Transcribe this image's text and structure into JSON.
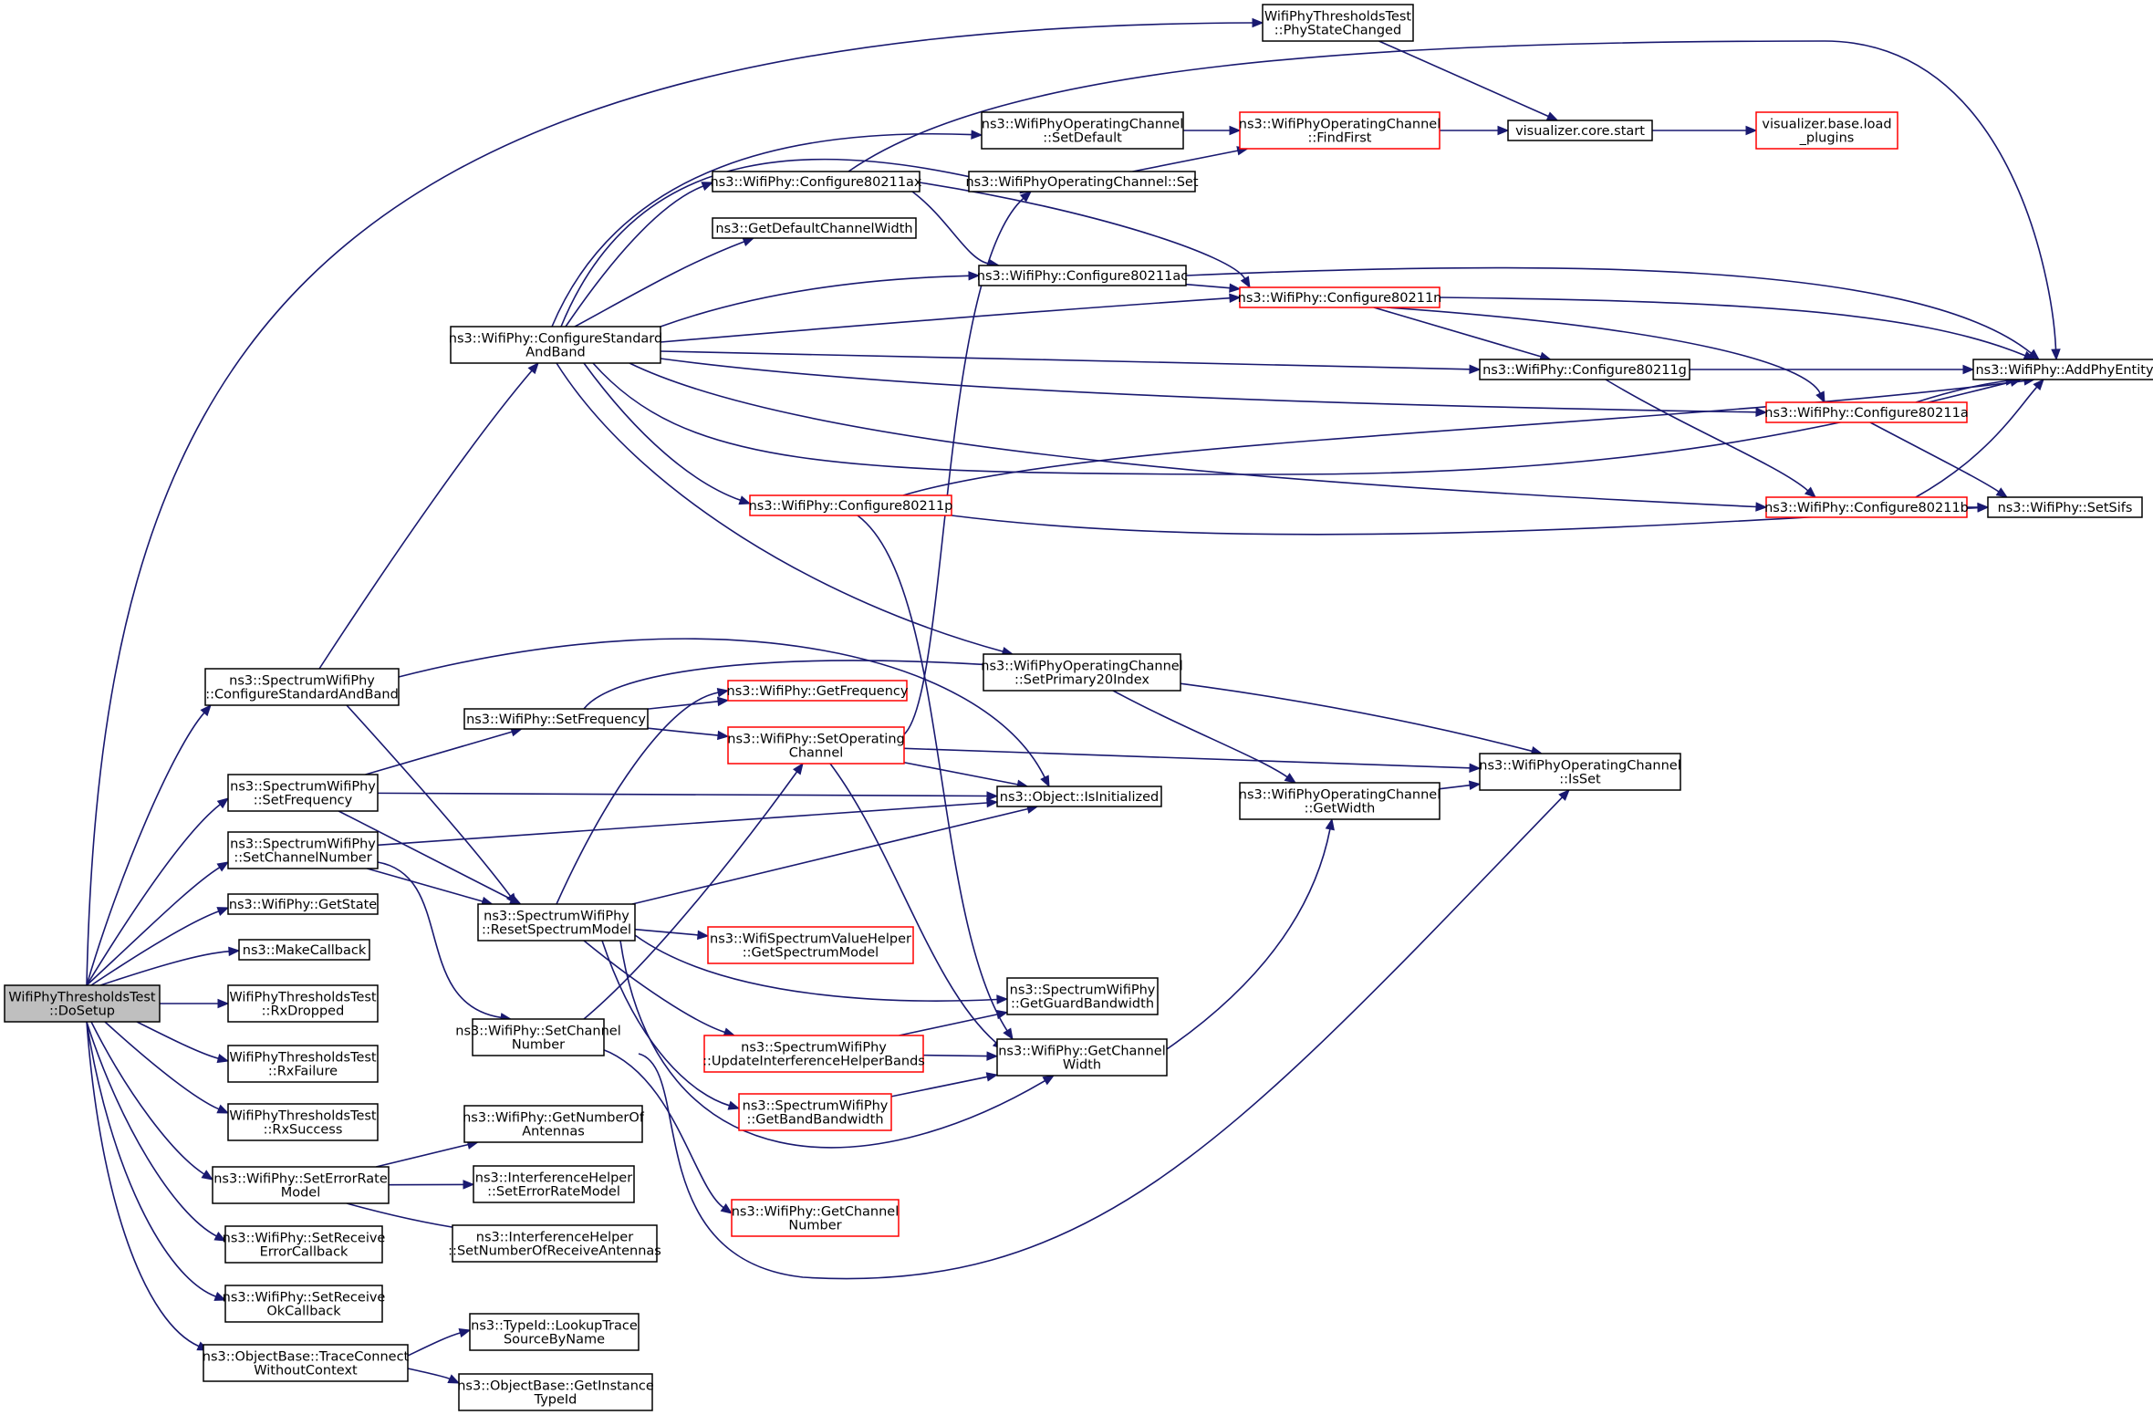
{
  "colors": {
    "edge": "#191970",
    "node_border": "#000000",
    "node_border_truncated": "#ff0000",
    "root_fill": "#bfbfbf",
    "node_fill": "#ffffff"
  },
  "nodes": [
    {
      "id": "DoSetup",
      "lines": [
        "WifiPhyThresholdsTest",
        "::DoSetup"
      ],
      "root": true
    },
    {
      "id": "PhyStateChanged",
      "lines": [
        "WifiPhyThresholdsTest",
        "::PhyStateChanged"
      ]
    },
    {
      "id": "OCSetDefault",
      "lines": [
        "ns3::WifiPhyOperatingChannel",
        "::SetDefault"
      ]
    },
    {
      "id": "OCFindFirst",
      "lines": [
        "ns3::WifiPhyOperatingChannel",
        "::FindFirst"
      ],
      "truncated": true
    },
    {
      "id": "VisStart",
      "lines": [
        "visualizer.core.start"
      ]
    },
    {
      "id": "VisLoad",
      "lines": [
        "visualizer.base.load",
        "_plugins"
      ],
      "truncated": true
    },
    {
      "id": "Conf80211ax",
      "lines": [
        "ns3::WifiPhy::Configure80211ax"
      ]
    },
    {
      "id": "OCSet",
      "lines": [
        "ns3::WifiPhyOperatingChannel::Set"
      ]
    },
    {
      "id": "GetDefaultChannelWidth",
      "lines": [
        "ns3::GetDefaultChannelWidth"
      ]
    },
    {
      "id": "Conf80211ac",
      "lines": [
        "ns3::WifiPhy::Configure80211ac"
      ]
    },
    {
      "id": "Conf80211n",
      "lines": [
        "ns3::WifiPhy::Configure80211n"
      ],
      "truncated": true
    },
    {
      "id": "ConfigureStandardAndBand",
      "lines": [
        "ns3::WifiPhy::ConfigureStandard",
        "AndBand"
      ]
    },
    {
      "id": "Conf80211g",
      "lines": [
        "ns3::WifiPhy::Configure80211g"
      ]
    },
    {
      "id": "AddPhyEntity",
      "lines": [
        "ns3::WifiPhy::AddPhyEntity"
      ]
    },
    {
      "id": "Conf80211a",
      "lines": [
        "ns3::WifiPhy::Configure80211a"
      ],
      "truncated": true
    },
    {
      "id": "Conf80211p",
      "lines": [
        "ns3::WifiPhy::Configure80211p"
      ],
      "truncated": true
    },
    {
      "id": "Conf80211b",
      "lines": [
        "ns3::WifiPhy::Configure80211b"
      ],
      "truncated": true
    },
    {
      "id": "SetSifs",
      "lines": [
        "ns3::WifiPhy::SetSifs"
      ]
    },
    {
      "id": "SpecConfigureStandardAndBand",
      "lines": [
        "ns3::SpectrumWifiPhy",
        "::ConfigureStandardAndBand"
      ]
    },
    {
      "id": "OCSetPrimary20Index",
      "lines": [
        "ns3::WifiPhyOperatingChannel",
        "::SetPrimary20Index"
      ]
    },
    {
      "id": "GetFrequency",
      "lines": [
        "ns3::WifiPhy::GetFrequency"
      ],
      "truncated": true
    },
    {
      "id": "SetFrequency",
      "lines": [
        "ns3::WifiPhy::SetFrequency"
      ]
    },
    {
      "id": "SetOperatingChannel",
      "lines": [
        "ns3::WifiPhy::SetOperating",
        "Channel"
      ],
      "truncated": true
    },
    {
      "id": "OCIsSet",
      "lines": [
        "ns3::WifiPhyOperatingChannel",
        "::IsSet"
      ]
    },
    {
      "id": "SpecSetFrequency",
      "lines": [
        "ns3::SpectrumWifiPhy",
        "::SetFrequency"
      ]
    },
    {
      "id": "IsInitialized",
      "lines": [
        "ns3::Object::IsInitialized"
      ]
    },
    {
      "id": "OCGetWidth",
      "lines": [
        "ns3::WifiPhyOperatingChannel",
        "::GetWidth"
      ]
    },
    {
      "id": "SpecSetChannelNumber",
      "lines": [
        "ns3::SpectrumWifiPhy",
        "::SetChannelNumber"
      ]
    },
    {
      "id": "GetState",
      "lines": [
        "ns3::WifiPhy::GetState"
      ]
    },
    {
      "id": "ResetSpectrumModel",
      "lines": [
        "ns3::SpectrumWifiPhy",
        "::ResetSpectrumModel"
      ]
    },
    {
      "id": "GetSpectrumModel",
      "lines": [
        "ns3::WifiSpectrumValueHelper",
        "::GetSpectrumModel"
      ],
      "truncated": true
    },
    {
      "id": "MakeCallback",
      "lines": [
        "ns3::MakeCallback"
      ]
    },
    {
      "id": "RxDropped",
      "lines": [
        "WifiPhyThresholdsTest",
        "::RxDropped"
      ]
    },
    {
      "id": "GetGuardBandwidth",
      "lines": [
        "ns3::SpectrumWifiPhy",
        "::GetGuardBandwidth"
      ]
    },
    {
      "id": "SetChannelNumber",
      "lines": [
        "ns3::WifiPhy::SetChannel",
        "Number"
      ]
    },
    {
      "id": "UpdateInterferenceHelperBands",
      "lines": [
        "ns3::SpectrumWifiPhy",
        "::UpdateInterferenceHelperBands"
      ],
      "truncated": true
    },
    {
      "id": "GetChannelWidth",
      "lines": [
        "ns3::WifiPhy::GetChannel",
        "Width"
      ]
    },
    {
      "id": "RxFailure",
      "lines": [
        "WifiPhyThresholdsTest",
        "::RxFailure"
      ]
    },
    {
      "id": "GetBandBandwidth",
      "lines": [
        "ns3::SpectrumWifiPhy",
        "::GetBandBandwidth"
      ],
      "truncated": true
    },
    {
      "id": "RxSuccess",
      "lines": [
        "WifiPhyThresholdsTest",
        "::RxSuccess"
      ]
    },
    {
      "id": "GetNumberOfAntennas",
      "lines": [
        "ns3::WifiPhy::GetNumberOf",
        "Antennas"
      ]
    },
    {
      "id": "SetErrorRateModel",
      "lines": [
        "ns3::WifiPhy::SetErrorRate",
        "Model"
      ]
    },
    {
      "id": "IHSetErrorRateModel",
      "lines": [
        "ns3::InterferenceHelper",
        "::SetErrorRateModel"
      ]
    },
    {
      "id": "GetChannelNumber",
      "lines": [
        "ns3::WifiPhy::GetChannel",
        "Number"
      ],
      "truncated": true
    },
    {
      "id": "SetReceiveErrorCallback",
      "lines": [
        "ns3::WifiPhy::SetReceive",
        "ErrorCallback"
      ]
    },
    {
      "id": "IHSetNumberOfReceiveAntennas",
      "lines": [
        "ns3::InterferenceHelper",
        "::SetNumberOfReceiveAntennas"
      ]
    },
    {
      "id": "SetReceiveOkCallback",
      "lines": [
        "ns3::WifiPhy::SetReceive",
        "OkCallback"
      ]
    },
    {
      "id": "LookupTraceSourceByName",
      "lines": [
        "ns3::TypeId::LookupTrace",
        "SourceByName"
      ]
    },
    {
      "id": "TraceConnectWithoutContext",
      "lines": [
        "ns3::ObjectBase::TraceConnect",
        "WithoutContext"
      ]
    },
    {
      "id": "GetInstanceTypeId",
      "lines": [
        "ns3::ObjectBase::GetInstance",
        "TypeId"
      ]
    }
  ],
  "edges": [
    [
      "DoSetup",
      "PhyStateChanged"
    ],
    [
      "DoSetup",
      "SpecConfigureStandardAndBand"
    ],
    [
      "DoSetup",
      "SpecSetFrequency"
    ],
    [
      "DoSetup",
      "SpecSetChannelNumber"
    ],
    [
      "DoSetup",
      "GetState"
    ],
    [
      "DoSetup",
      "MakeCallback"
    ],
    [
      "DoSetup",
      "RxDropped"
    ],
    [
      "DoSetup",
      "RxFailure"
    ],
    [
      "DoSetup",
      "RxSuccess"
    ],
    [
      "DoSetup",
      "SetErrorRateModel"
    ],
    [
      "DoSetup",
      "SetReceiveErrorCallback"
    ],
    [
      "DoSetup",
      "SetReceiveOkCallback"
    ],
    [
      "DoSetup",
      "TraceConnectWithoutContext"
    ],
    [
      "PhyStateChanged",
      "VisStart"
    ],
    [
      "OCSetDefault",
      "OCFindFirst"
    ],
    [
      "OCFindFirst",
      "VisStart"
    ],
    [
      "VisStart",
      "VisLoad"
    ],
    [
      "OCSet",
      "OCFindFirst"
    ],
    [
      "Conf80211ax",
      "AddPhyEntity"
    ],
    [
      "Conf80211ax",
      "Conf80211ac"
    ],
    [
      "Conf80211ax",
      "Conf80211n"
    ],
    [
      "Conf80211ac",
      "AddPhyEntity"
    ],
    [
      "Conf80211ac",
      "Conf80211n"
    ],
    [
      "Conf80211n",
      "AddPhyEntity"
    ],
    [
      "Conf80211n",
      "Conf80211g"
    ],
    [
      "Conf80211n",
      "Conf80211a"
    ],
    [
      "Conf80211g",
      "AddPhyEntity"
    ],
    [
      "Conf80211g",
      "Conf80211b"
    ],
    [
      "Conf80211a",
      "AddPhyEntity"
    ],
    [
      "Conf80211a",
      "SetSifs"
    ],
    [
      "Conf80211b",
      "AddPhyEntity"
    ],
    [
      "Conf80211b",
      "SetSifs"
    ],
    [
      "Conf80211p",
      "AddPhyEntity"
    ],
    [
      "Conf80211p",
      "SetSifs"
    ],
    [
      "Conf80211p",
      "GetChannelWidth"
    ],
    [
      "ConfigureStandardAndBand",
      "OCSetDefault"
    ],
    [
      "ConfigureStandardAndBand",
      "OCSet"
    ],
    [
      "ConfigureStandardAndBand",
      "Conf80211ax"
    ],
    [
      "ConfigureStandardAndBand",
      "GetDefaultChannelWidth"
    ],
    [
      "ConfigureStandardAndBand",
      "Conf80211ac"
    ],
    [
      "ConfigureStandardAndBand",
      "Conf80211n"
    ],
    [
      "ConfigureStandardAndBand",
      "Conf80211g"
    ],
    [
      "ConfigureStandardAndBand",
      "Conf80211a"
    ],
    [
      "ConfigureStandardAndBand",
      "Conf80211b"
    ],
    [
      "ConfigureStandardAndBand",
      "Conf80211p"
    ],
    [
      "ConfigureStandardAndBand",
      "AddPhyEntity"
    ],
    [
      "ConfigureStandardAndBand",
      "OCSetPrimary20Index"
    ],
    [
      "SpecConfigureStandardAndBand",
      "ConfigureStandardAndBand"
    ],
    [
      "SpecConfigureStandardAndBand",
      "ResetSpectrumModel"
    ],
    [
      "SpecConfigureStandardAndBand",
      "IsInitialized"
    ],
    [
      "OCSetPrimary20Index",
      "OCGetWidth"
    ],
    [
      "SetFrequency",
      "GetFrequency"
    ],
    [
      "SetFrequency",
      "SetOperatingChannel"
    ],
    [
      "SetFrequency",
      "OCIsSet"
    ],
    [
      "SetOperatingChannel",
      "OCSet"
    ],
    [
      "SetOperatingChannel",
      "OCIsSet"
    ],
    [
      "SetOperatingChannel",
      "IsInitialized"
    ],
    [
      "SetOperatingChannel",
      "GetChannelWidth"
    ],
    [
      "SpecSetFrequency",
      "SetFrequency"
    ],
    [
      "SpecSetFrequency",
      "IsInitialized"
    ],
    [
      "SpecSetFrequency",
      "ResetSpectrumModel"
    ],
    [
      "SpecSetChannelNumber",
      "IsInitialized"
    ],
    [
      "SpecSetChannelNumber",
      "ResetSpectrumModel"
    ],
    [
      "SpecSetChannelNumber",
      "SetChannelNumber"
    ],
    [
      "OCGetWidth",
      "OCIsSet"
    ],
    [
      "ResetSpectrumModel",
      "GetFrequency"
    ],
    [
      "ResetSpectrumModel",
      "IsInitialized"
    ],
    [
      "ResetSpectrumModel",
      "GetSpectrumModel"
    ],
    [
      "ResetSpectrumModel",
      "GetGuardBandwidth"
    ],
    [
      "ResetSpectrumModel",
      "UpdateInterferenceHelperBands"
    ],
    [
      "ResetSpectrumModel",
      "GetBandBandwidth"
    ],
    [
      "ResetSpectrumModel",
      "GetChannelWidth"
    ],
    [
      "SetChannelNumber",
      "SetOperatingChannel"
    ],
    [
      "SetChannelNumber",
      "GetChannelNumber"
    ],
    [
      "SetChannelNumber",
      "OCIsSet"
    ],
    [
      "UpdateInterferenceHelperBands",
      "GetGuardBandwidth"
    ],
    [
      "UpdateInterferenceHelperBands",
      "GetChannelWidth"
    ],
    [
      "GetBandBandwidth",
      "GetChannelWidth"
    ],
    [
      "GetChannelWidth",
      "OCGetWidth"
    ],
    [
      "SetErrorRateModel",
      "GetNumberOfAntennas"
    ],
    [
      "SetErrorRateModel",
      "IHSetErrorRateModel"
    ],
    [
      "SetErrorRateModel",
      "IHSetNumberOfReceiveAntennas"
    ],
    [
      "TraceConnectWithoutContext",
      "LookupTraceSourceByName"
    ],
    [
      "TraceConnectWithoutContext",
      "GetInstanceTypeId"
    ]
  ]
}
